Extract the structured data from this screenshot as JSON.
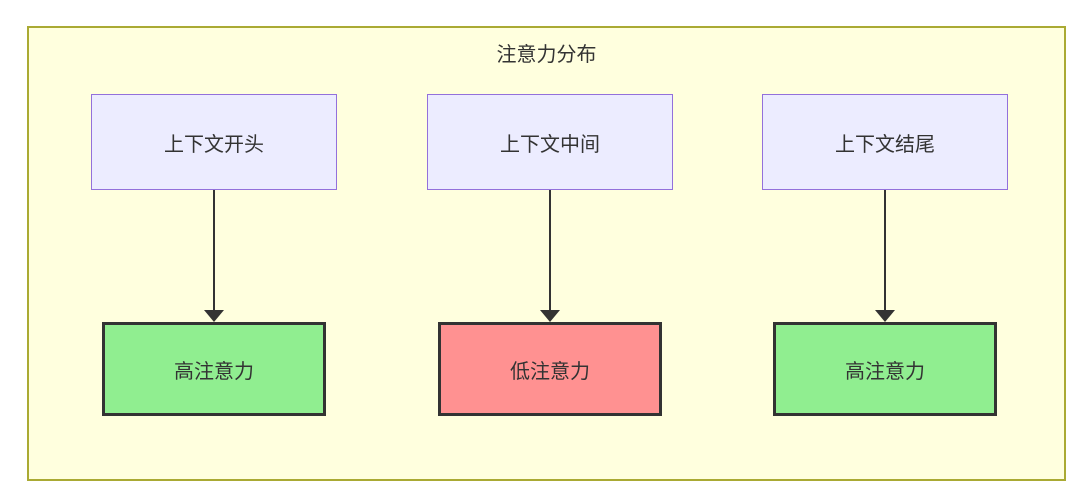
{
  "diagram": {
    "type": "flowchart",
    "title": "注意力分布",
    "columns": [
      {
        "source": "上下文开头",
        "target": "高注意力",
        "target_type": "high"
      },
      {
        "source": "上下文中间",
        "target": "低注意力",
        "target_type": "low"
      },
      {
        "source": "上下文结尾",
        "target": "高注意力",
        "target_type": "high"
      }
    ],
    "edges": [
      {
        "from": "上下文开头",
        "to": "高注意力",
        "style": "arrow-down"
      },
      {
        "from": "上下文中间",
        "to": "低注意力",
        "style": "arrow-down"
      },
      {
        "from": "上下文结尾",
        "to": "高注意力",
        "style": "arrow-down"
      }
    ],
    "colors": {
      "container_bg": "#FFFFDE",
      "container_border": "#AAAA33",
      "source_node_bg": "#ECECFF",
      "source_node_border": "#9370DB",
      "high_attention_bg": "#90EE90",
      "low_attention_bg": "#FF9191",
      "target_node_border": "#333333",
      "arrow": "#333333",
      "text": "#333333"
    }
  }
}
